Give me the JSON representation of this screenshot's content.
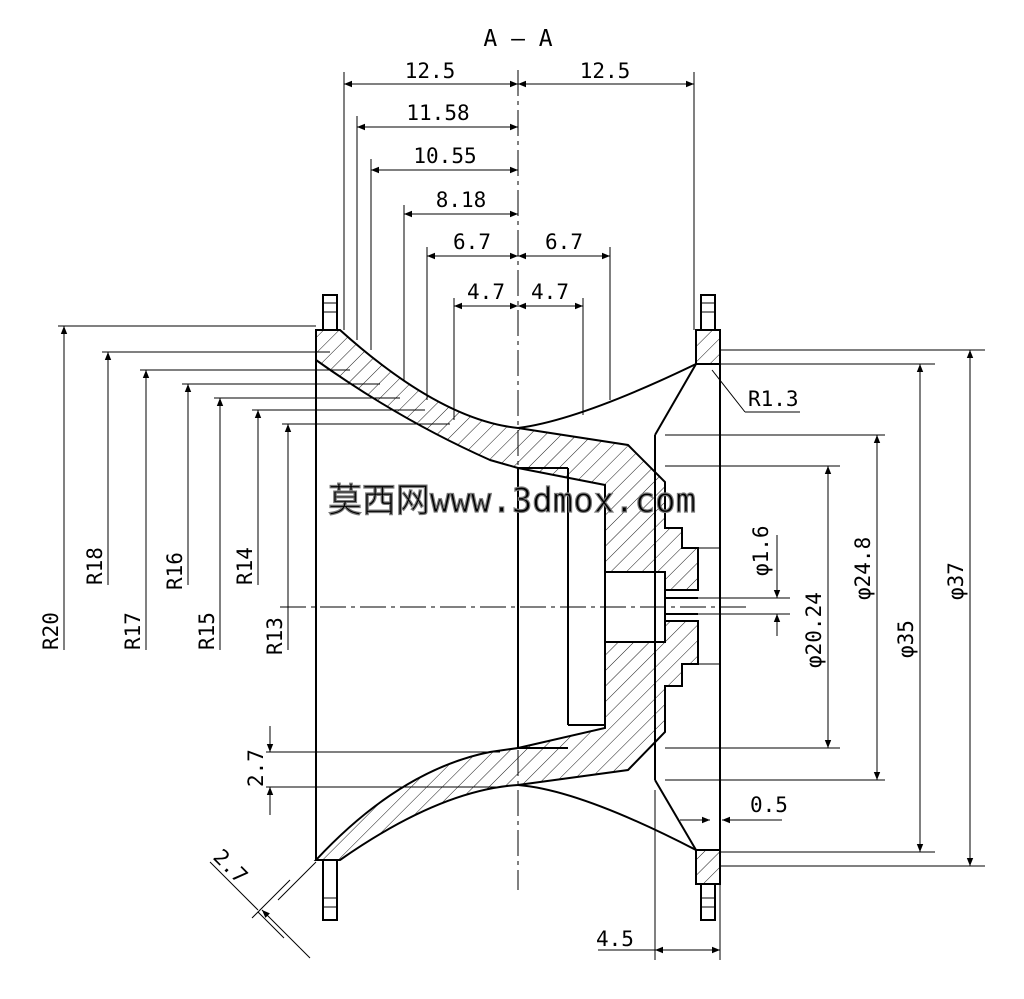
{
  "title": "A – A",
  "watermark": "莫西网www.3dmox.com",
  "dimensions": {
    "left_12_5": "12.5",
    "right_12_5": "12.5",
    "d_11_58": "11.58",
    "d_10_55": "10.55",
    "d_8_18": "8.18",
    "left_6_7": "6.7",
    "right_6_7": "6.7",
    "left_4_7": "4.7",
    "right_4_7": "4.7",
    "r20": "R20",
    "r18": "R18",
    "r17": "R17",
    "r16": "R16",
    "r15": "R15",
    "r14": "R14",
    "r13": "R13",
    "r1_3": "R1.3",
    "phi_1_6": "φ1.6",
    "phi_20_24": "φ20.24",
    "phi_24_8": "φ24.8",
    "phi_35": "φ35",
    "phi_37": "φ37",
    "h_2_7": "2.7",
    "diag_2_7": "2.7",
    "d_0_5": "0.5",
    "d_4_5": "4.5"
  },
  "colors": {
    "ink": "#000000",
    "watermark_stroke": "#7a7a7a"
  }
}
